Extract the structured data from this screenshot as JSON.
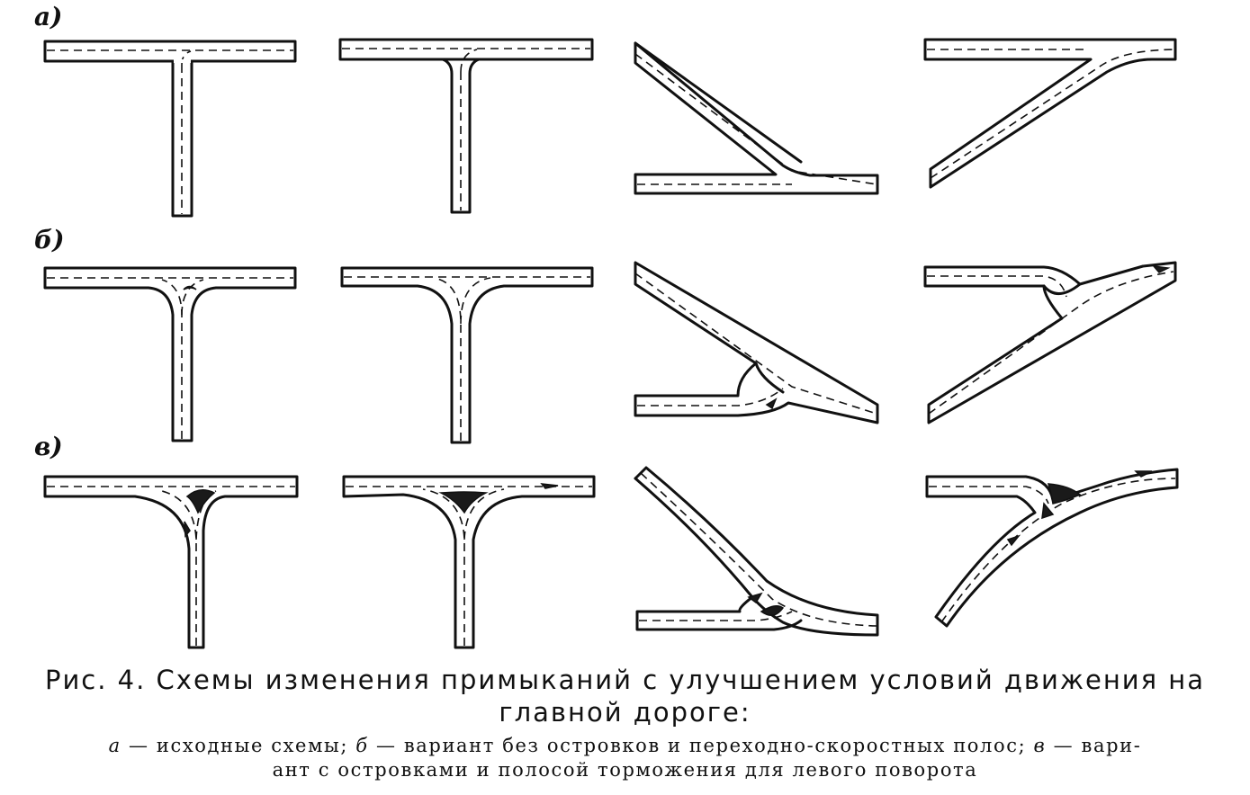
{
  "row_labels": [
    "а)",
    "б)",
    "в)"
  ],
  "caption": {
    "title_line1": "Рис. 4. Схемы изменения примыканий с улучшением условий движения на",
    "title_line2": "главной дороге:",
    "desc_a_letter": "а",
    "desc_a_text": " — исходные схемы; ",
    "desc_b_letter": "б",
    "desc_b_text": " — вариант без островков и переходно-скоростных полос; ",
    "desc_v_letter": "в",
    "desc_v_text": " — вари-",
    "desc_line2": "ант с островками и полосой торможения для левого поворота"
  }
}
